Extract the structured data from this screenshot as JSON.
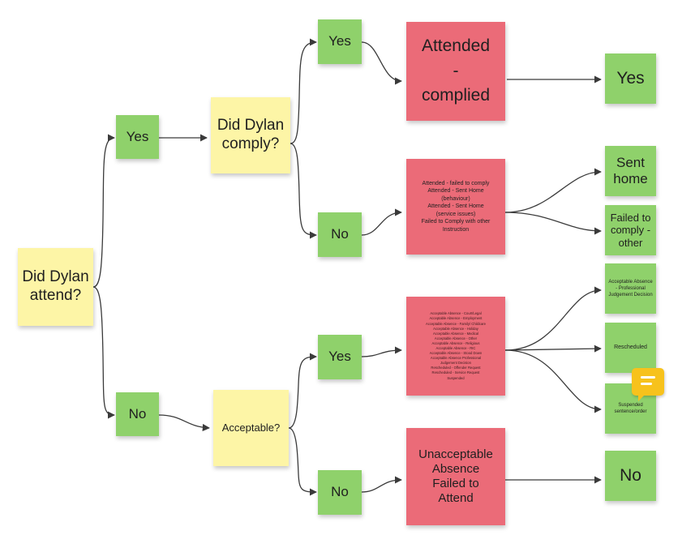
{
  "nodes": {
    "did_dylan_attend": "Did Dylan attend?",
    "attend_yes": "Yes",
    "attend_no": "No",
    "did_dylan_comply": "Did Dylan comply?",
    "acceptable": "Acceptable?",
    "comply_yes": "Yes",
    "comply_no": "No",
    "acceptable_yes": "Yes",
    "acceptable_no": "No",
    "attended_complied": [
      "Attended",
      "-",
      "complied"
    ],
    "failed_comply_lines": [
      "Attended - failed to comply",
      "Attended - Sent Home",
      "(behaviour)",
      "Attended - Sent Home",
      "(service issues)",
      "Failed to Comply with other",
      "Instruction"
    ],
    "acceptable_absence_lines": [
      "Acceptable Absence - Court/Legal",
      "Acceptable Absence - Employment",
      "Acceptable Absence - Family/ Childcare",
      "Acceptable Absence - Holiday",
      "Acceptable Absence - Medical",
      "Acceptable Absence - Other",
      "Acceptable Absence - Religious",
      "Acceptable Absence - RIC",
      "Acceptable Absence - Stood Down",
      "Acceptable Absence Professional",
      "Judgement Decision",
      "Rescheduled - Offender Request",
      "Rescheduled - Service Request",
      "Suspended"
    ],
    "unacceptable_absence": "Unacceptable Absence Failed to Attend",
    "outcome_yes": "Yes",
    "sent_home": "Sent home",
    "failed_to_comply_other": "Failed to comply - other",
    "acceptable_absence_professional": "Acceptable Absence - Professional Judgement Decision",
    "rescheduled": "Rescheduled",
    "suspended_sentence": "Suspended sentence/order",
    "outcome_no": "No"
  },
  "colors": {
    "question": "#fdf5a6",
    "answer": "#8fd16b",
    "status": "#eb6b78",
    "comment": "#f7c21c",
    "connector": "#3a3a3a"
  },
  "icons": {
    "comment": "comment-bubble-icon"
  }
}
